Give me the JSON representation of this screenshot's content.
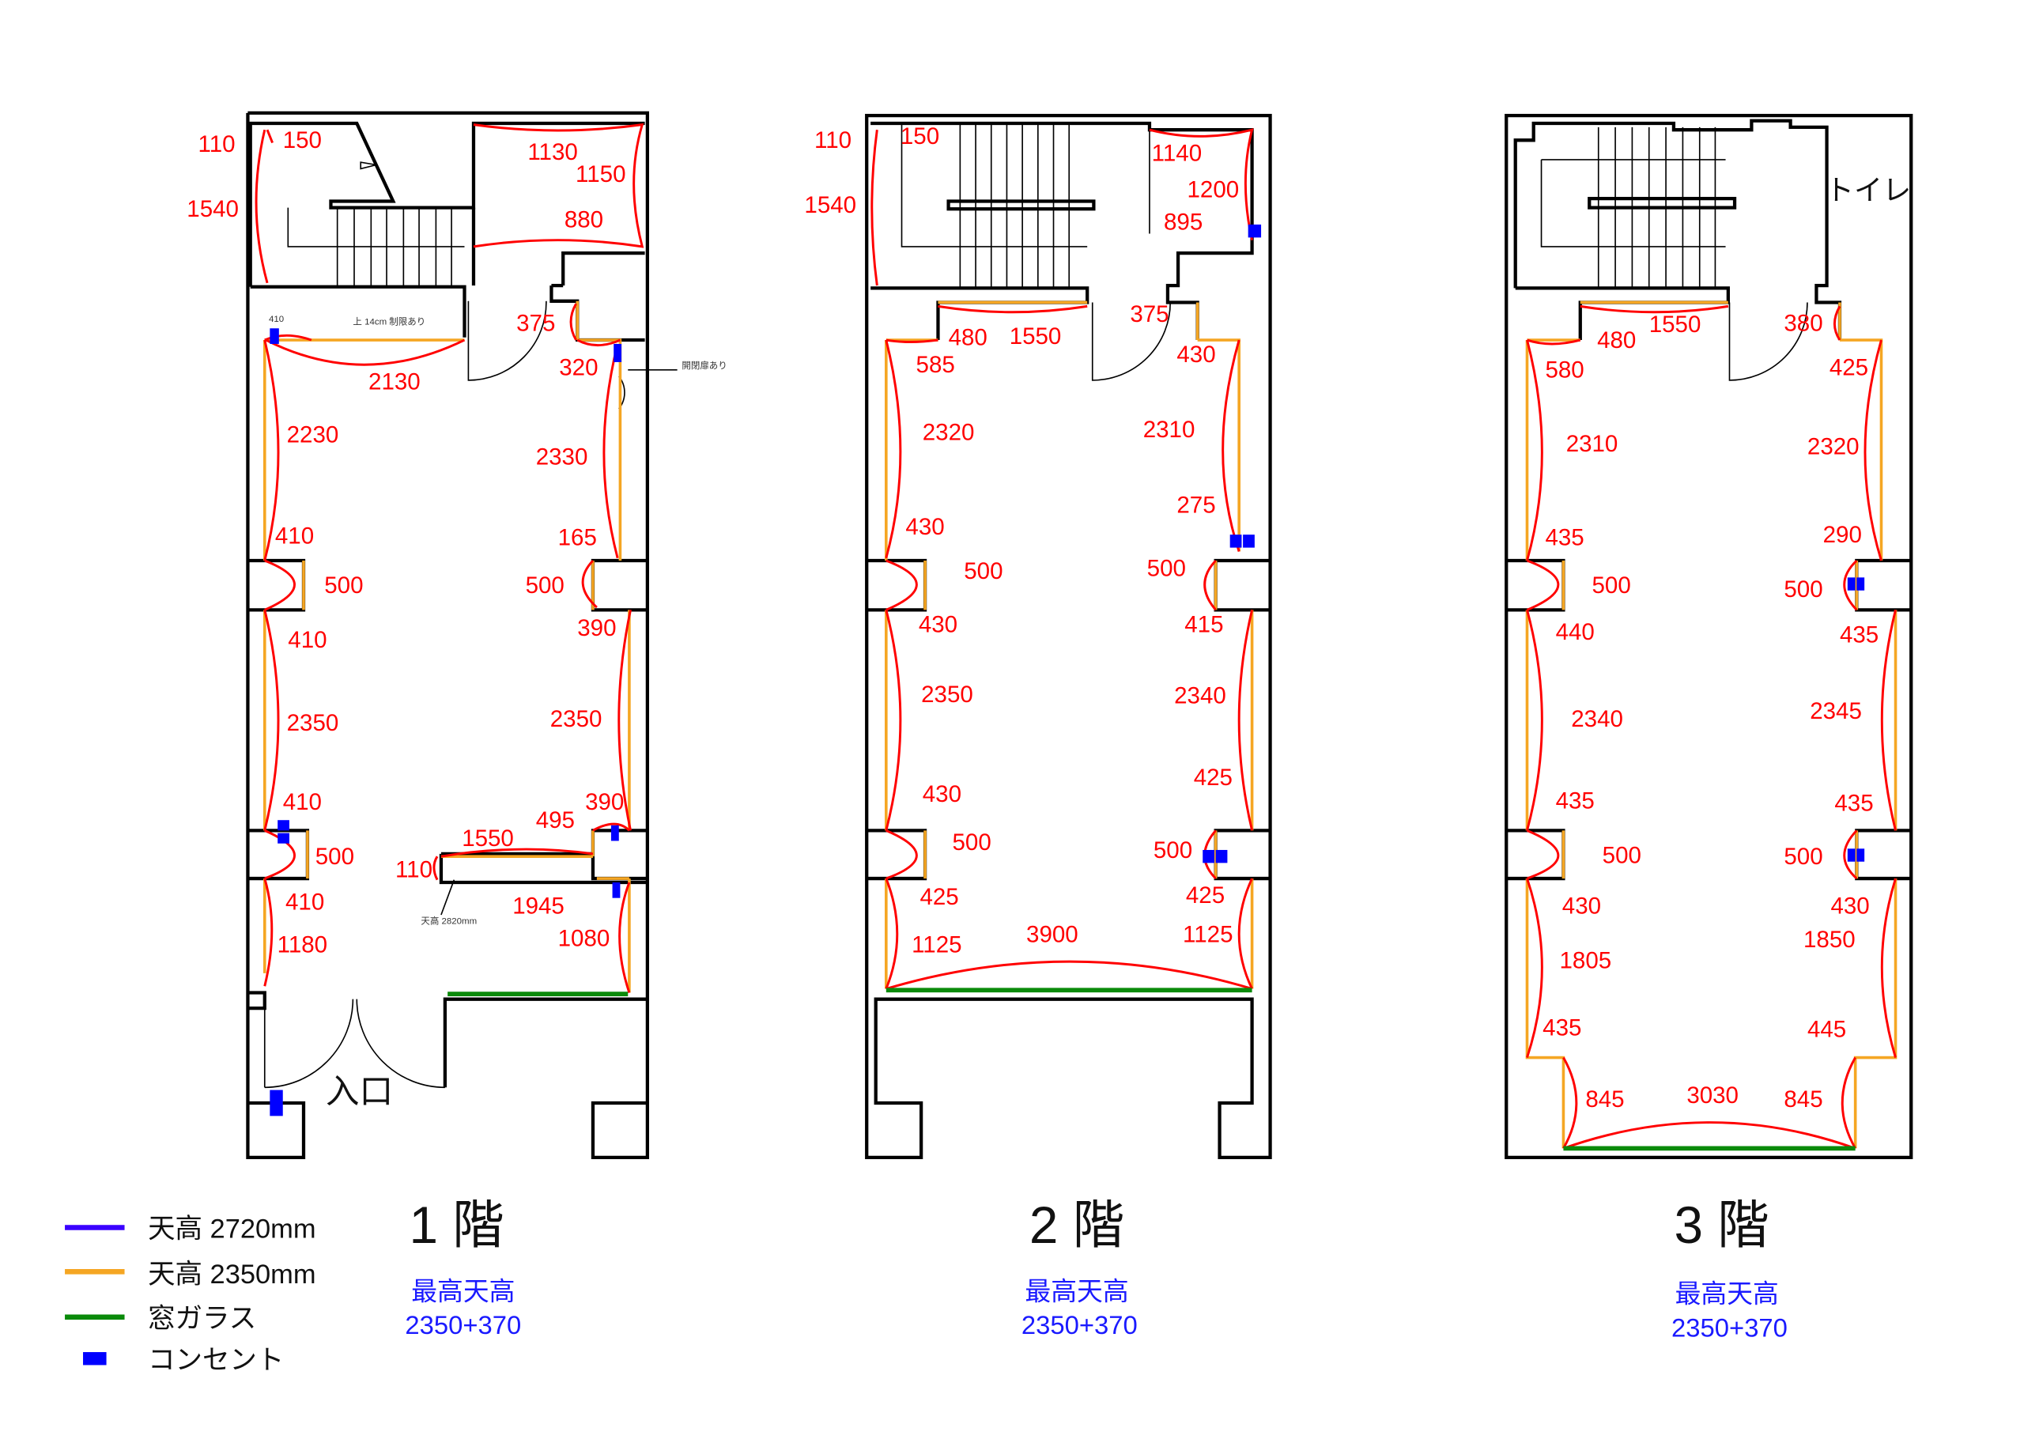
{
  "legend": [
    {
      "label": "天高 2720mm",
      "color": "#3a00ff"
    },
    {
      "label": "天高 2350mm",
      "color": "#f5a623"
    },
    {
      "label": "窓ガラス",
      "color": "#0a8a0a"
    },
    {
      "label": "コンセント",
      "color": "#0000ff"
    }
  ],
  "colors": {
    "dimension": "#ff0000",
    "outlet": "#0000ff"
  },
  "floors": [
    {
      "title": "1 階",
      "max_ceiling_label": "最高天高",
      "max_ceiling_value": "2350+370",
      "entrance": "入口",
      "notes": [
        "410",
        "上 14cm 制限あり",
        "開閉扉あり",
        "天高 2820mm"
      ],
      "dims": [
        "110",
        "150",
        "1130",
        "1150",
        "1540",
        "880",
        "375",
        "320",
        "2130",
        "2230",
        "2330",
        "410",
        "165",
        "500",
        "500",
        "410",
        "390",
        "2350",
        "2350",
        "410",
        "390",
        "495",
        "1550",
        "500",
        "110",
        "410",
        "1945",
        "1180",
        "1080"
      ]
    },
    {
      "title": "2 階",
      "max_ceiling_label": "最高天高",
      "max_ceiling_value": "2350+370",
      "dims": [
        "110",
        "150",
        "1140",
        "1200",
        "1540",
        "895",
        "375",
        "480",
        "1550",
        "430",
        "585",
        "2320",
        "2310",
        "275",
        "430",
        "500",
        "500",
        "430",
        "415",
        "2350",
        "2340",
        "425",
        "430",
        "500",
        "500",
        "425",
        "425",
        "3900",
        "1125",
        "1125"
      ]
    },
    {
      "title": "3 階",
      "max_ceiling_label": "最高天高",
      "max_ceiling_value": "2350+370",
      "room_label": "トイレ",
      "dims": [
        "1550",
        "380",
        "480",
        "580",
        "425",
        "2310",
        "2320",
        "435",
        "290",
        "500",
        "500",
        "440",
        "435",
        "2340",
        "2345",
        "435",
        "435",
        "500",
        "500",
        "430",
        "430",
        "1805",
        "1850",
        "435",
        "445",
        "845",
        "3030",
        "845"
      ]
    }
  ]
}
